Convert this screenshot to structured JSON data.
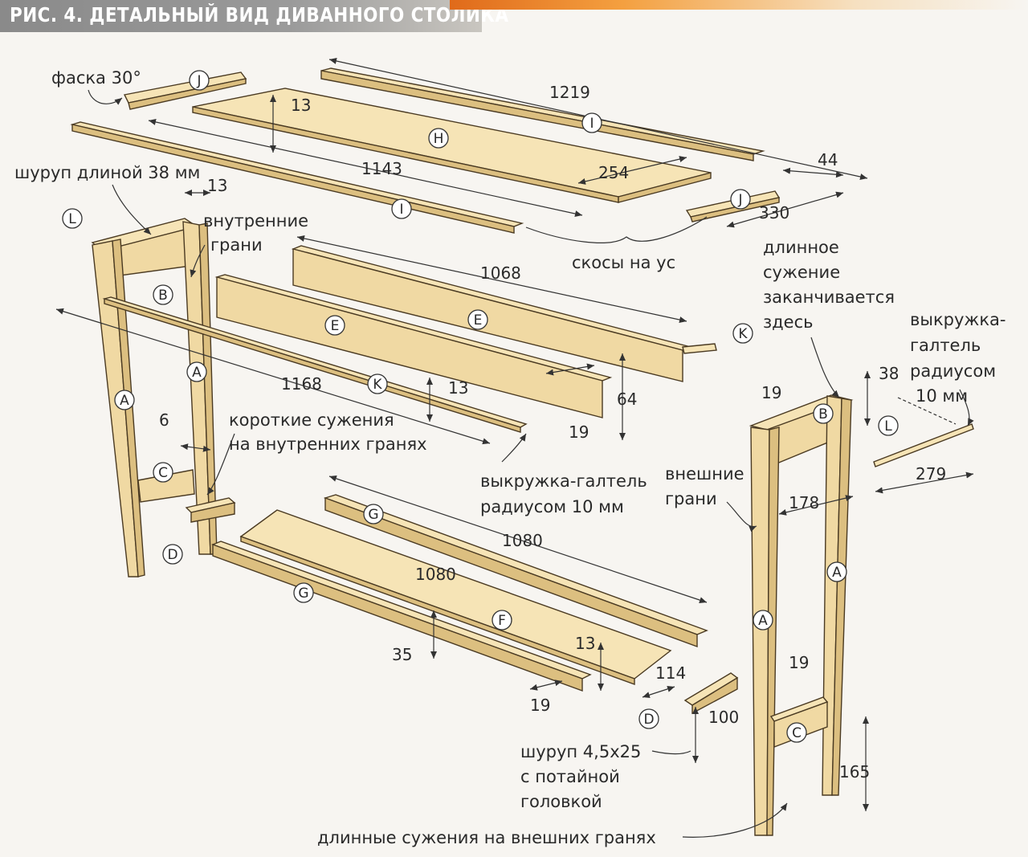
{
  "title": "РИС. 4. ДЕТАЛЬНЫЙ ВИД ДИВАННОГО СТОЛИКА",
  "labels": {
    "chamfer": "фаска 30°",
    "screw38": "шуруп длиной 38 мм",
    "inner_faces_1": "внутренние",
    "inner_faces_2": "грани",
    "miter": "скосы на ус",
    "long_taper_1": "длинное",
    "long_taper_2": "сужение",
    "long_taper_3": "заканчивается",
    "long_taper_4": "здесь",
    "cove_right_1": "выкружка-",
    "cove_right_2": "галтель",
    "cove_right_3": "радиусом",
    "cove_right_4": "10 мм",
    "short_taper_1": "короткие сужения",
    "short_taper_2": "на внутренних гранях",
    "cove_mid_1": "выкружка-галтель",
    "cove_mid_2": "радиусом 10 мм",
    "outer_faces_1": "внешние",
    "outer_faces_2": "грани",
    "screw_small_1": "шуруп 4,5х25",
    "screw_small_2": "с потайной",
    "screw_small_3": "головкой",
    "long_outer": "длинные сужения на внешних гранях"
  },
  "dimensions": {
    "d1219": "1219",
    "d13a": "13",
    "d1143": "1143",
    "d254": "254",
    "d44": "44",
    "d330": "330",
    "d13b": "13",
    "d1068": "1068",
    "d38": "38",
    "d19a": "19",
    "d1168": "1168",
    "d13c": "13",
    "d64": "64",
    "d19b": "19",
    "d6": "6",
    "d279": "279",
    "d178": "178",
    "d1080a": "1080",
    "d1080b": "1080",
    "d35": "35",
    "d13d": "13",
    "d114": "114",
    "d19c": "19",
    "d19d": "19",
    "d100": "100",
    "d165": "165"
  },
  "parts": {
    "A": "A",
    "B": "B",
    "C": "C",
    "D": "D",
    "E": "E",
    "F": "F",
    "G": "G",
    "H": "H",
    "I": "I",
    "J": "J",
    "K": "K",
    "L": "L"
  }
}
